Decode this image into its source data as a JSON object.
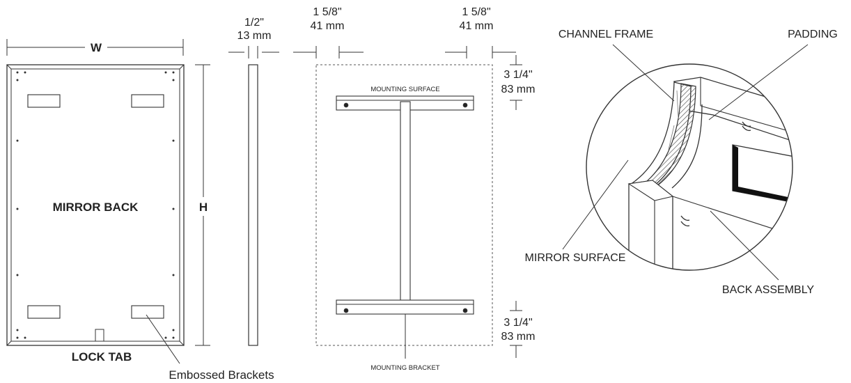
{
  "front_view": {
    "width_label": "W",
    "height_label": "H",
    "center_label": "MIRROR BACK",
    "lock_tab_label": "LOCK TAB",
    "brackets_label": "Embossed Brackets"
  },
  "side_view": {
    "thickness_fraction": "1/2\"",
    "thickness_metric": "13 mm"
  },
  "bracket_view": {
    "left_offset_fraction": "1 5/8\"",
    "left_offset_metric": "41 mm",
    "right_offset_fraction": "1 5/8\"",
    "right_offset_metric": "41 mm",
    "top_offset_fraction": "3 1/4\"",
    "top_offset_metric": "83 mm",
    "bottom_offset_fraction": "3 1/4\"",
    "bottom_offset_metric": "83 mm",
    "surface_label": "MOUNTING SURFACE",
    "bracket_label": "MOUNTING BRACKET"
  },
  "detail_view": {
    "channel_frame": "CHANNEL FRAME",
    "padding": "PADDING",
    "mirror_surface": "MIRROR SURFACE",
    "back_assembly": "BACK ASSEMBLY"
  }
}
